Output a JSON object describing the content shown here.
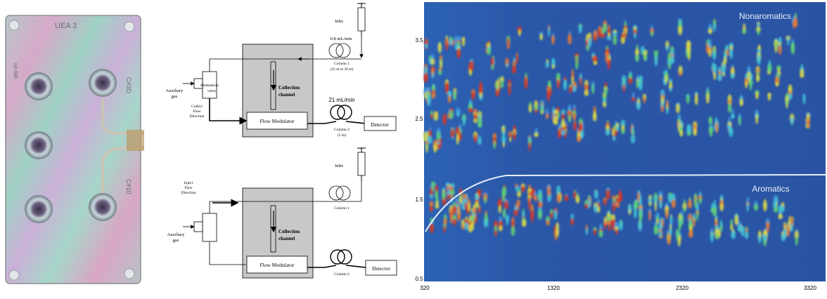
{
  "photo": {
    "engraving_top": "UEA 3",
    "engraving_side_left": "ue-lab",
    "engraving_side_right_1": "C#3D",
    "engraving_side_right_2": "C#10"
  },
  "schematic_top": {
    "inlet": "Inlet",
    "flow_rate_1": "0.8 mL/min",
    "column1": "Column 1",
    "column1_len": "(25 m to 30 m)",
    "modulation_valve_1": "Modulation",
    "modulation_valve_2": "valve",
    "auxiliary_1": "Auxiliary",
    "auxiliary_2": "gas",
    "collect_1": "Collect",
    "collect_2": "Flow",
    "collect_3": "Direction",
    "collection_1": "Collection",
    "collection_2": "channel",
    "flow_modulator": "Flow Modulator",
    "flow_rate_2": "21 mL/min",
    "column2": "Column 2",
    "column2_len": "(5 m)",
    "detector": "Detector"
  },
  "schematic_bottom": {
    "inlet": "Inlet",
    "column1": "Column 1",
    "inject_1": "Inject",
    "inject_2": "Flow",
    "inject_3": "Direction",
    "auxiliary_1": "Auxiliary",
    "auxiliary_2": "gas",
    "collection_1": "Collection",
    "collection_2": "channel",
    "flow_modulator": "Flow Modulator",
    "column2": "Column 2",
    "detector": "Detector"
  },
  "plot": {
    "label_top": "Nonaromatics",
    "label_bottom": "Aromatics",
    "y_ticks": [
      "3.5",
      "2.5",
      "1.5",
      "0.5"
    ],
    "x_ticks": [
      "320",
      "1320",
      "2320",
      "3320"
    ],
    "background_color": "#2b57a8",
    "divider_color": "#e8eef8"
  }
}
